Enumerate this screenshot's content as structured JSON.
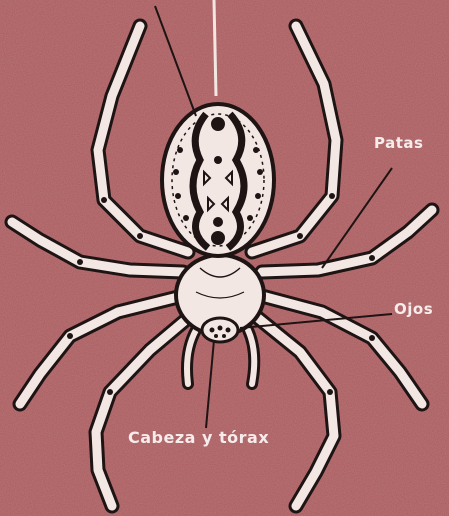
{
  "labels": {
    "legs": "Patas",
    "eyes": "Ojos",
    "head_thorax": "Cabeza y tórax"
  },
  "colors": {
    "background": "#a95b5e",
    "body_fill": "#f3e7e4",
    "ink": "#1e1414",
    "label_text": "#f6ecec"
  }
}
